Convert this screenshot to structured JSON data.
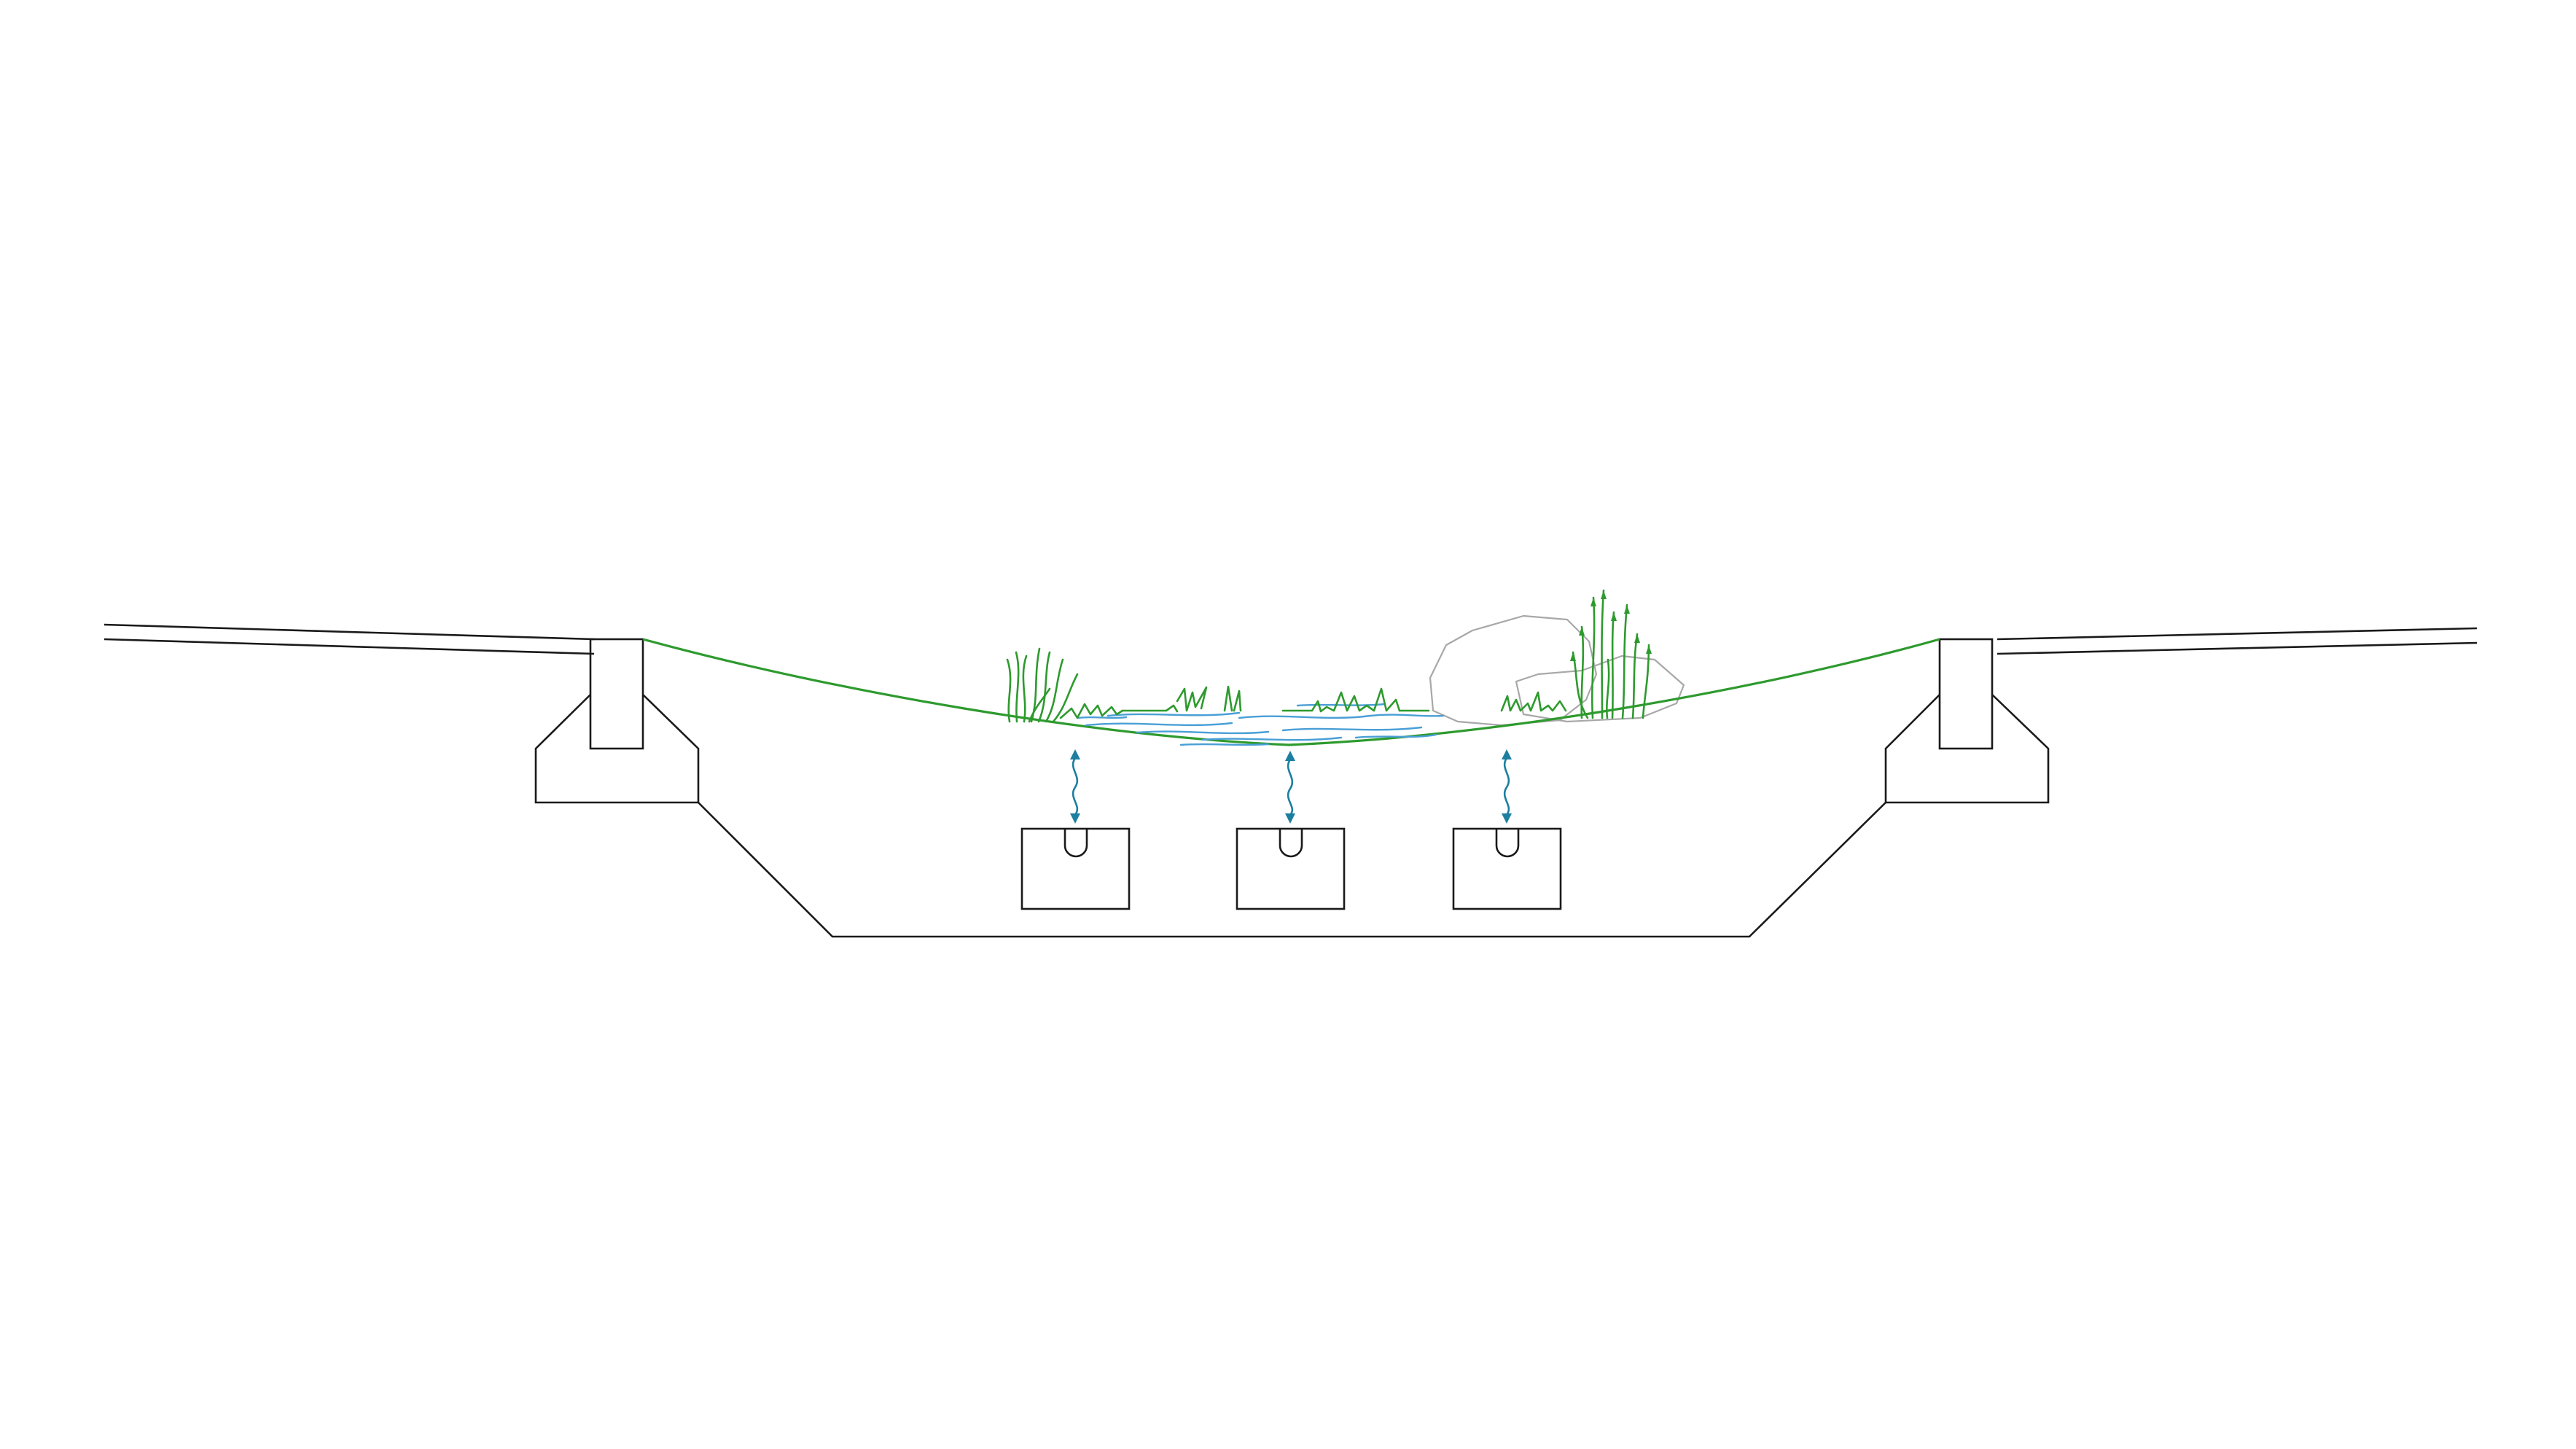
{
  "diagram": {
    "type": "cross-section",
    "colors": {
      "structure": "#1a1a1a",
      "vegetation": "#2e9a2e",
      "water": "#4a9fd6",
      "rock": "#a8a8a8",
      "exchange_arrow": "#1c7fa0",
      "background": "#ffffff"
    },
    "elements": [
      "left-deck",
      "right-deck",
      "left-abutment",
      "right-abutment",
      "channel-outline",
      "vegetated-swale",
      "pond-water",
      "reeds",
      "rocks",
      "underground-chamber-1",
      "underground-chamber-2",
      "underground-chamber-3",
      "exchange-arrow-1",
      "exchange-arrow-2",
      "exchange-arrow-3"
    ]
  }
}
